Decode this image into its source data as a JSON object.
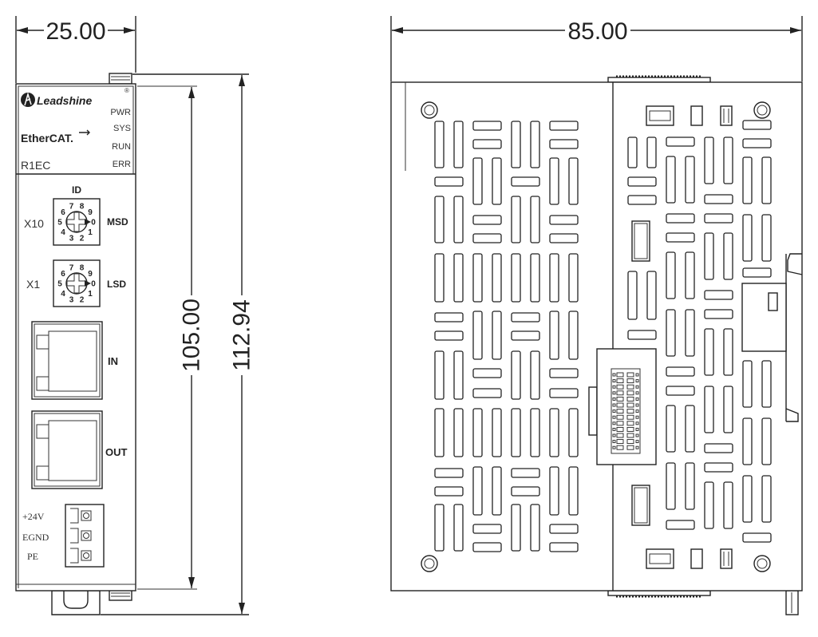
{
  "dimensions": {
    "front_width": "25.00",
    "side_depth": "85.00",
    "body_height": "105.00",
    "overall_height": "112.94"
  },
  "front_panel": {
    "brand": "Leadshine",
    "registered_mark": "®",
    "leds": {
      "pwr": "PWR",
      "sys": "SYS",
      "run": "RUN",
      "err": "ERR"
    },
    "bus_logo": "EtherCAT.",
    "model": "R1EC",
    "id_label": "ID",
    "switch_msd": {
      "multiplier": "X10",
      "label": "MSD"
    },
    "switch_lsd": {
      "multiplier": "X1",
      "label": "LSD"
    },
    "switch_digits": [
      "0",
      "1",
      "2",
      "3",
      "4",
      "5",
      "6",
      "7",
      "8",
      "9"
    ],
    "port_in": "IN",
    "port_out": "OUT",
    "terminal": {
      "pin1": "+24V",
      "pin2": "EGND",
      "pin3": "PE"
    }
  },
  "icons": {
    "brand_logo": "leadshine-logo-icon",
    "rotary_switch": "rotary-switch-icon",
    "rj45": "rj45-port-icon",
    "terminal": "terminal-block-icon"
  },
  "colors": {
    "line": "#222222",
    "background": "#ffffff"
  }
}
